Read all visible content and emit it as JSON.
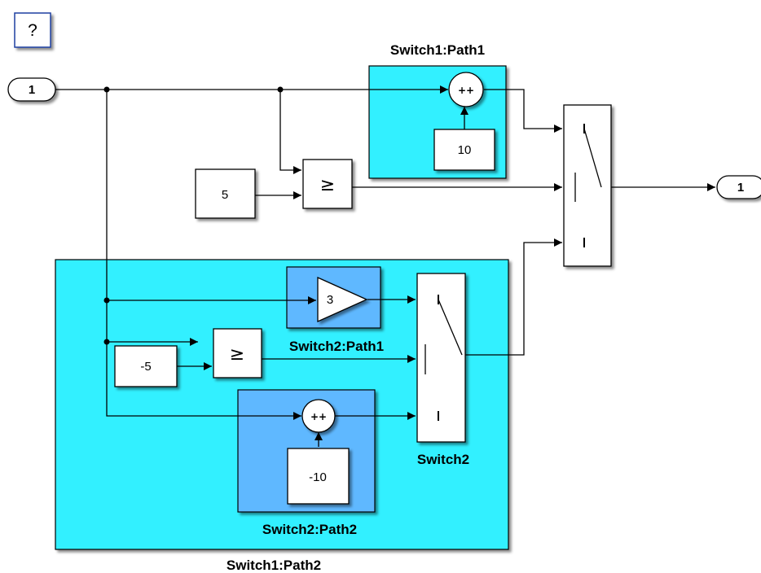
{
  "help_button": "?",
  "inport": "1",
  "outport": "1",
  "constants": {
    "five": "5",
    "neg_five": "-5",
    "ten": "10",
    "neg_ten": "-10"
  },
  "gain": "3",
  "relational_operator": "≥",
  "sum_signs": "++",
  "labels": {
    "switch1_path1": "Switch1:Path1",
    "switch1_path2": "Switch1:Path2",
    "switch2_path1": "Switch2:Path1",
    "switch2_path2": "Switch2:Path2",
    "switch2": "Switch2"
  },
  "colors": {
    "path_area": "#33f0ff",
    "inner_path_area": "#5fb8ff",
    "block_fill": "#ffffff"
  }
}
